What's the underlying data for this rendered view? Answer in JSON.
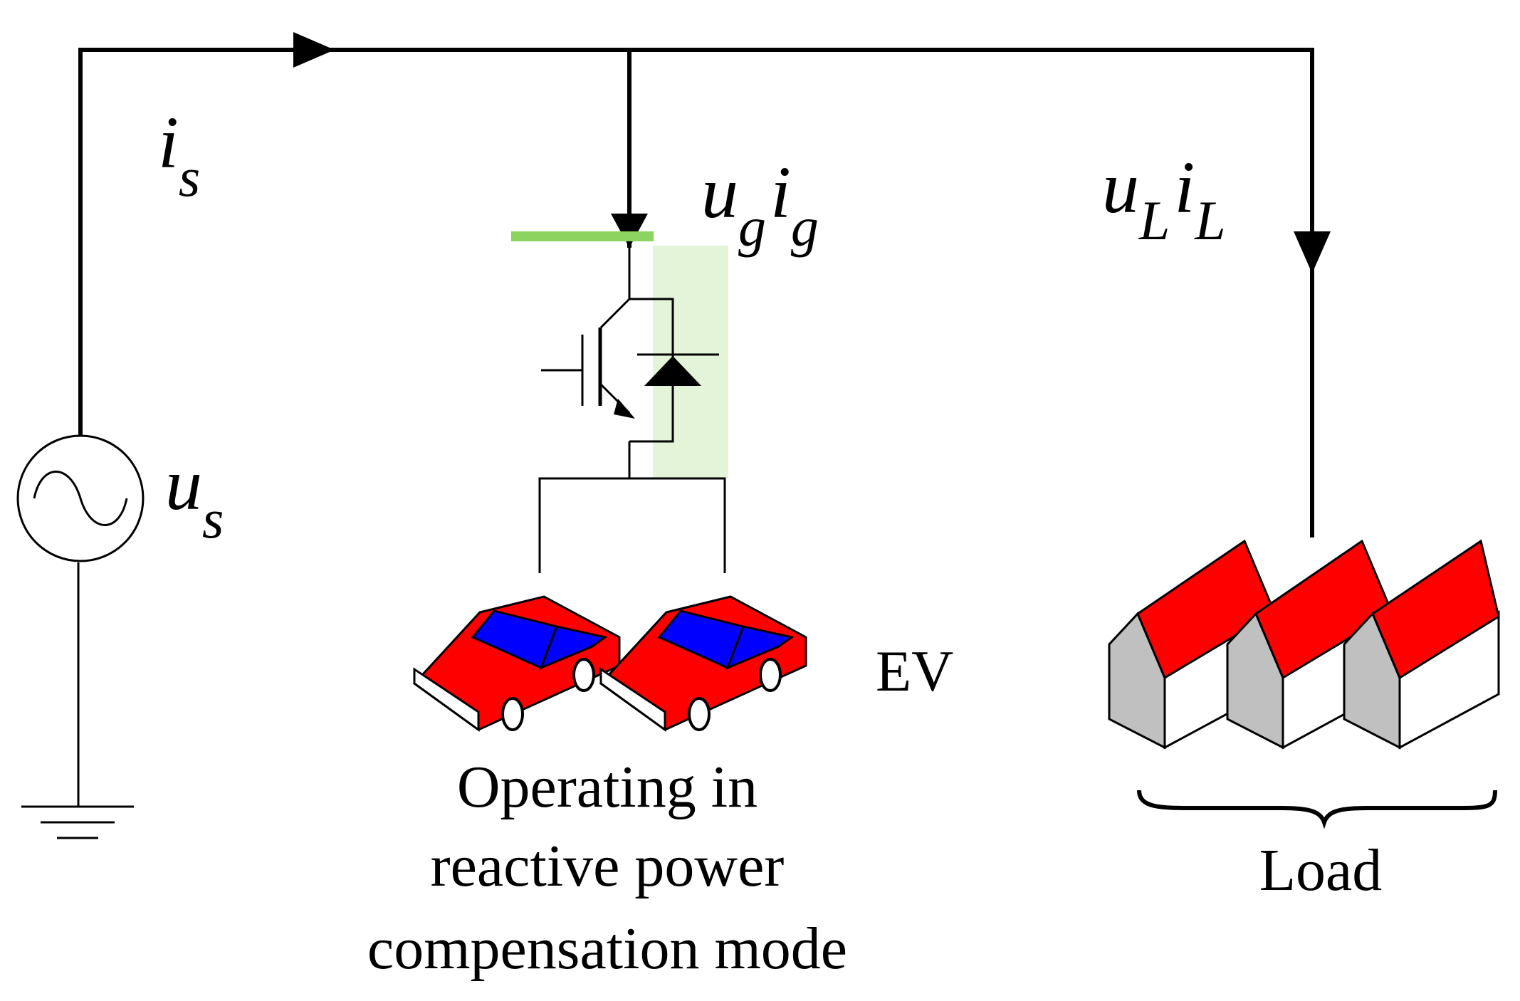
{
  "labels": {
    "source_current": {
      "base": "i",
      "sub": "s"
    },
    "source_voltage": {
      "base": "u",
      "sub": "s"
    },
    "ev_voltage": {
      "base": "u",
      "sub": "g"
    },
    "ev_current": {
      "base": "i",
      "sub": "g"
    },
    "load_voltage": {
      "base": "u",
      "sub": "L"
    },
    "load_current": {
      "base": "i",
      "sub": "L"
    },
    "ev": "EV",
    "mode_line1": "Operating in",
    "mode_line2": "reactive power",
    "mode_line3": "compensation mode",
    "load": "Load"
  },
  "colors": {
    "car_body": "#ff0000",
    "car_window": "#0000ff",
    "roof": "#ff0000",
    "house_side": "#c0c0c0",
    "bus_bar": "#8dd35f",
    "highlight": "#d8f0c8"
  },
  "icons": [
    "ac-source-icon",
    "ground-icon",
    "igbt-icon",
    "diode-icon",
    "car-icon",
    "house-icon",
    "brace-icon"
  ]
}
